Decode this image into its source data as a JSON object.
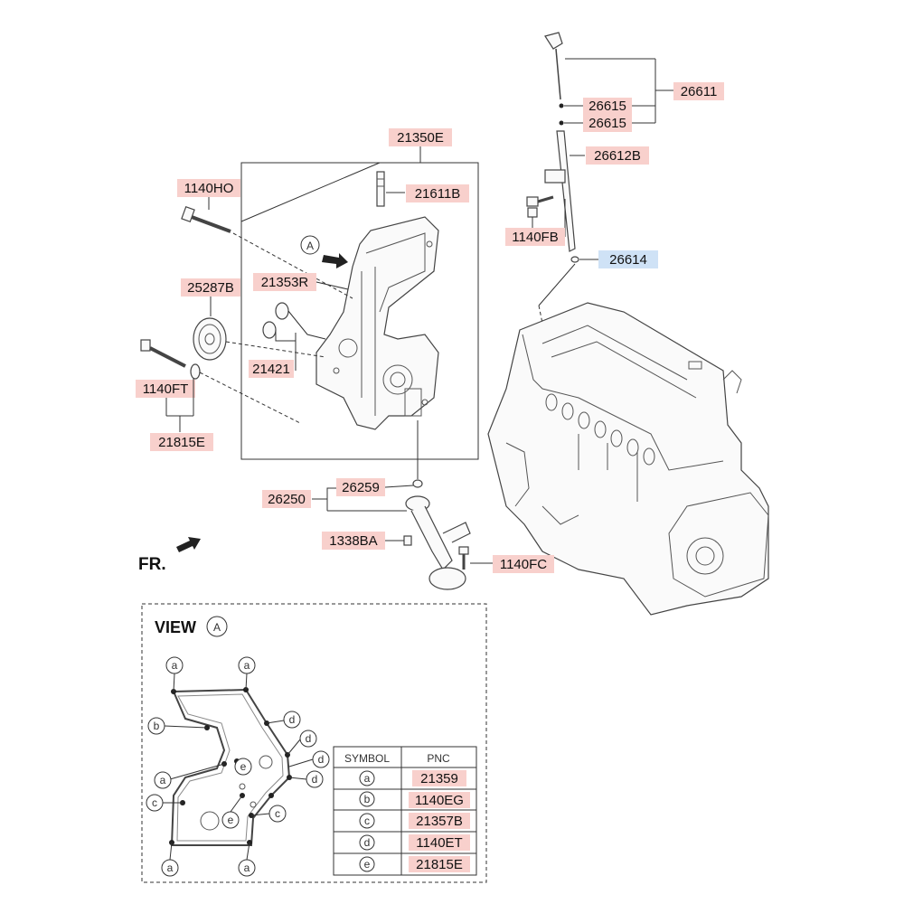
{
  "colors": {
    "label_highlight": "#f8d0cc",
    "label_highlight_blue": "#cfe2f6",
    "line": "#333333"
  },
  "labels": {
    "p21350E": "21350E",
    "p21611B": "21611B",
    "p1140HO": "1140HO",
    "p25287B": "25287B",
    "p21353R": "21353R",
    "p21421": "21421",
    "p1140FT": "1140FT",
    "p21815E": "21815E",
    "p26611": "26611",
    "p26615a": "26615",
    "p26615b": "26615",
    "p26612B": "26612B",
    "p1140FB": "1140FB",
    "p26614": "26614",
    "p26259": "26259",
    "p26250": "26250",
    "p1338BA": "1338BA",
    "p1140FC": "1140FC",
    "viewMarker": "A"
  },
  "front_indicator": "FR.",
  "view": {
    "title": "VIEW",
    "marker": "A",
    "callouts": [
      "a",
      "a",
      "b",
      "d",
      "d",
      "e",
      "d",
      "a",
      "c",
      "d",
      "c",
      "e",
      "a",
      "a"
    ]
  },
  "table": {
    "headers": [
      "SYMBOL",
      "PNC"
    ],
    "rows": [
      {
        "symbol": "a",
        "pnc": "21359"
      },
      {
        "symbol": "b",
        "pnc": "1140EG"
      },
      {
        "symbol": "c",
        "pnc": "21357B"
      },
      {
        "symbol": "d",
        "pnc": "1140ET"
      },
      {
        "symbol": "e",
        "pnc": "21815E"
      }
    ]
  }
}
